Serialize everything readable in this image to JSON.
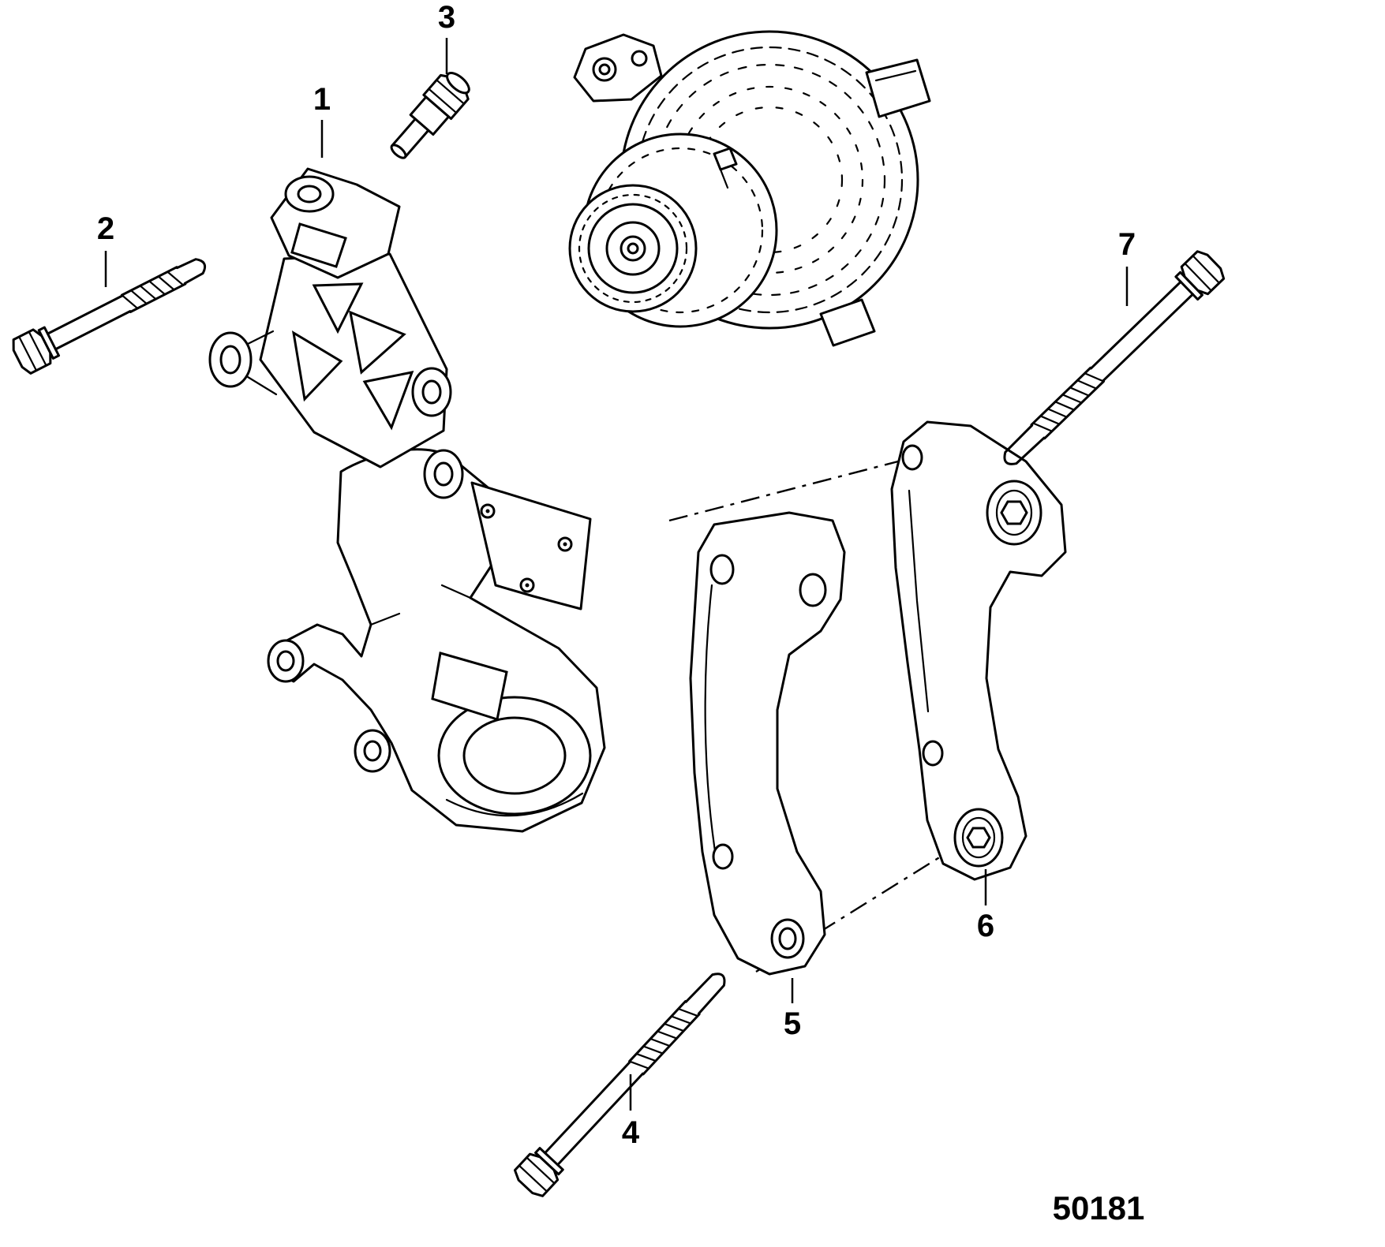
{
  "diagram": {
    "figure_number": "50181",
    "callouts": [
      {
        "label": "1"
      },
      {
        "label": "2"
      },
      {
        "label": "3"
      },
      {
        "label": "4"
      },
      {
        "label": "5"
      },
      {
        "label": "6"
      },
      {
        "label": "7"
      }
    ],
    "colors": {
      "line": "#000000",
      "background": "#ffffff"
    }
  }
}
